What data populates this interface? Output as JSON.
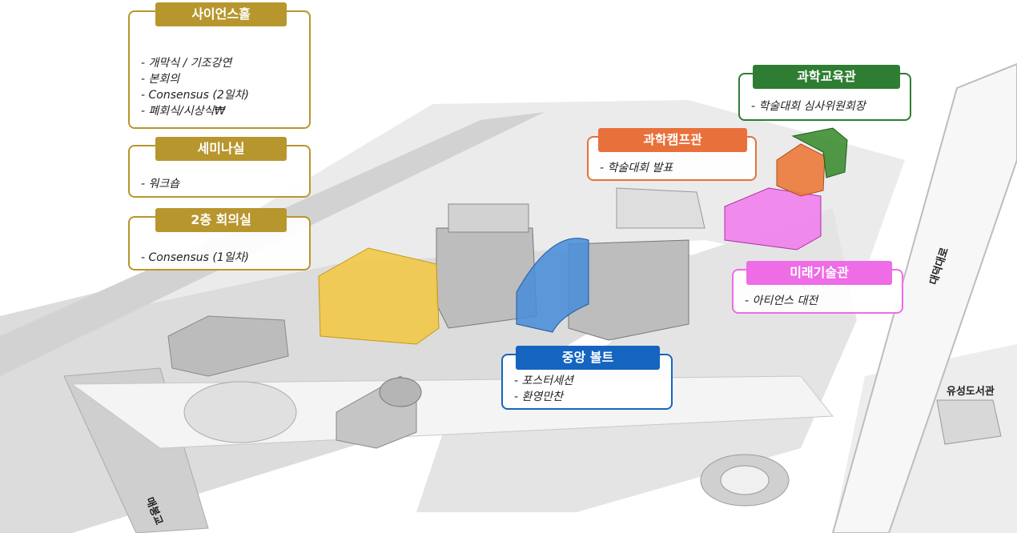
{
  "venues": {
    "science_hall": {
      "title": "사이언스홀",
      "items": [
        "개막식  / 기조강연",
        "본회의",
        "Consensus (2일차)",
        "폐회식/시상식₩"
      ]
    },
    "seminar_room": {
      "title": "세미나실",
      "items": [
        "워크숍"
      ]
    },
    "meeting_room_2f": {
      "title": "2층 회의실",
      "items": [
        "Consensus (1일차)"
      ]
    },
    "science_education_hall": {
      "title": "과학교육관",
      "items": [
        "학술대회 심사위원회장"
      ]
    },
    "science_camp_hall": {
      "title": "과학캠프관",
      "items": [
        "학술대회  발표"
      ]
    },
    "future_tech_hall": {
      "title": "미래기술관",
      "items": [
        "아티언스 대전"
      ]
    },
    "central_vault": {
      "title": "중앙 볼트",
      "items": [
        "포스터세션",
        "환영만찬"
      ]
    }
  },
  "map_labels": {
    "daedeok_daero": "대덕대로",
    "yuseong_library": "유성도서관",
    "maebong_bridge": "매봉교"
  },
  "colors": {
    "gold": "#b8962e",
    "green": "#2e7d32",
    "orange": "#e8703a",
    "pink": "#ee6ce6",
    "blue": "#1565c0"
  }
}
